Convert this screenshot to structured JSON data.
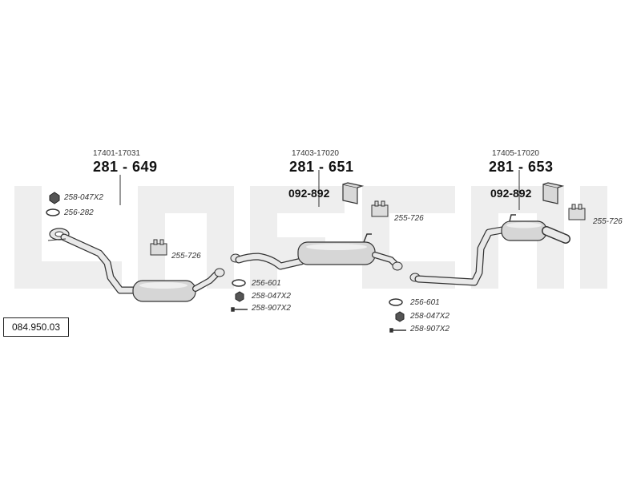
{
  "kit_number": "084.950.03",
  "groups": [
    {
      "oem": "17401-17031",
      "part": "281 - 649"
    },
    {
      "oem": "17403-17020",
      "part": "281 - 651",
      "mount": "092-892"
    },
    {
      "oem": "17405-17020",
      "part": "281 - 653",
      "mount": "092-892"
    }
  ],
  "front_parts": {
    "nut": "258-047X2",
    "gasket": "256-282"
  },
  "hanger_parts": [
    "255-726",
    "255-726",
    "255-726"
  ],
  "mid_parts": {
    "gasket": "256-601",
    "nut": "258-047X2",
    "bolt": "258-907X2"
  },
  "rear_parts": {
    "gasket": "256-601",
    "nut": "258-047X2",
    "bolt": "258-907X2"
  }
}
